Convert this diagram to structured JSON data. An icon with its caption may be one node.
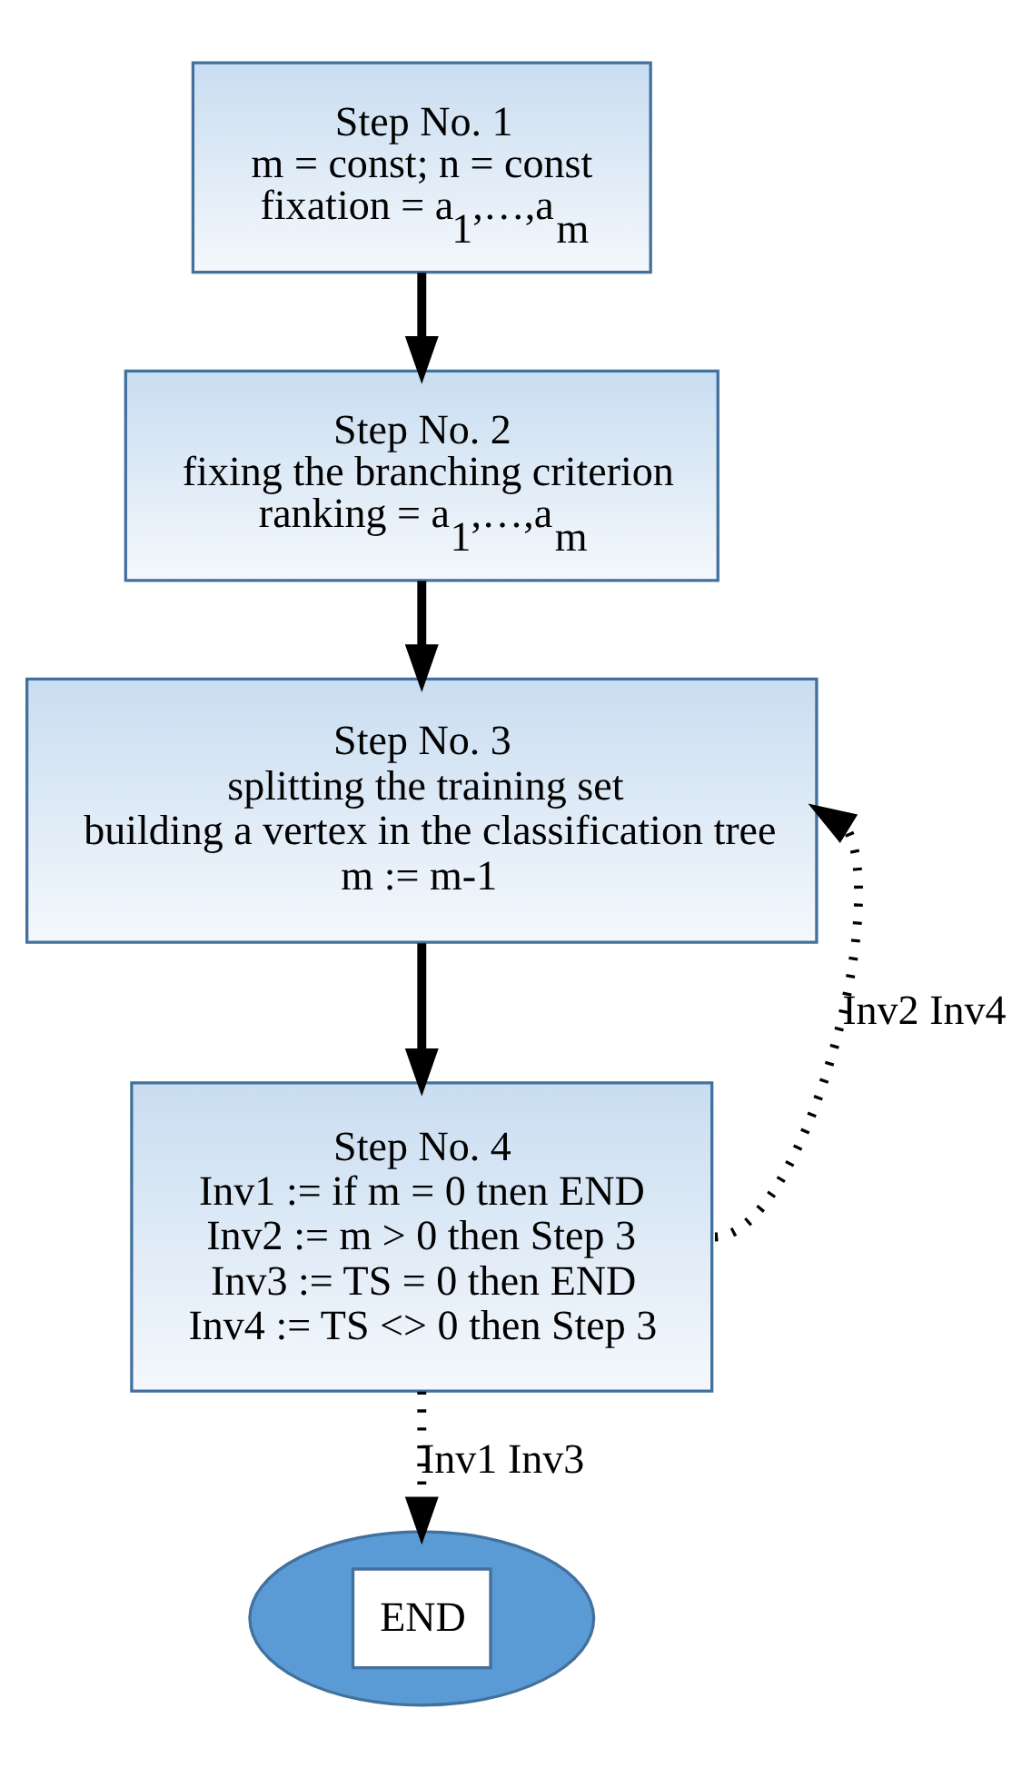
{
  "diagram": {
    "nodes": [
      {
        "text": [
          "Step No. 1",
          "m = const; n = const",
          "fixation = a$_{1}$,…,a$_{m}$"
        ]
      },
      {
        "text": [
          "Step No. 2",
          "fixing the branching criterion",
          "ranking = a$_{1}$,…,a$_{m}$"
        ]
      },
      {
        "text": [
          "Step No. 3",
          "splitting the training set",
          "building a vertex in the classification tree",
          "m := m-1"
        ]
      },
      {
        "text": [
          "Step No. 4",
          "Inv1 := if m = 0 tnen END",
          "Inv2 := m > 0 then Step 3",
          "Inv3 := TS = 0 then END",
          "Inv4 := TS <> 0 then Step 3"
        ]
      },
      {
        "text": [
          "END"
        ]
      }
    ],
    "edges": [
      {
        "from": 0,
        "to": 1,
        "arrow": "to"
      },
      {
        "from": 1,
        "to": 2,
        "arrow": "to"
      },
      {
        "from": 2,
        "to": 3,
        "arrow": "to"
      },
      {
        "from": 3,
        "to": 4,
        "arrow": "to",
        "style": "dashed",
        "label": "Inv1 Inv3"
      },
      {
        "from": 3,
        "to": 2,
        "arrow": "to",
        "style": "dashed",
        "label": "Inv2 Inv4"
      }
    ]
  }
}
